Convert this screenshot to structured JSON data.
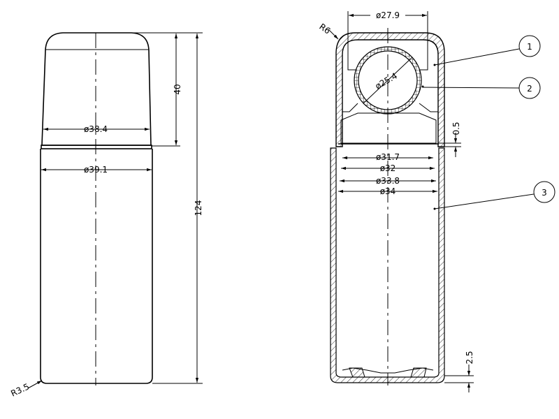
{
  "drawing": {
    "left_view": {
      "cap_diameter": "ø38.4",
      "body_diameter": "ø39.1",
      "cap_height": "40",
      "total_height": "124",
      "corner_radius": "R3.5"
    },
    "section_view": {
      "cap_top_diameter": "ø27.9",
      "cap_radius": "R6",
      "ball_diameter": "ø25.4",
      "gap": "0.5",
      "base_depth": "2.5",
      "inner_diameters": [
        "ø31.7",
        "ø32",
        "ø33.8",
        "ø34"
      ],
      "balloons": [
        "1",
        "2",
        "3"
      ]
    }
  }
}
